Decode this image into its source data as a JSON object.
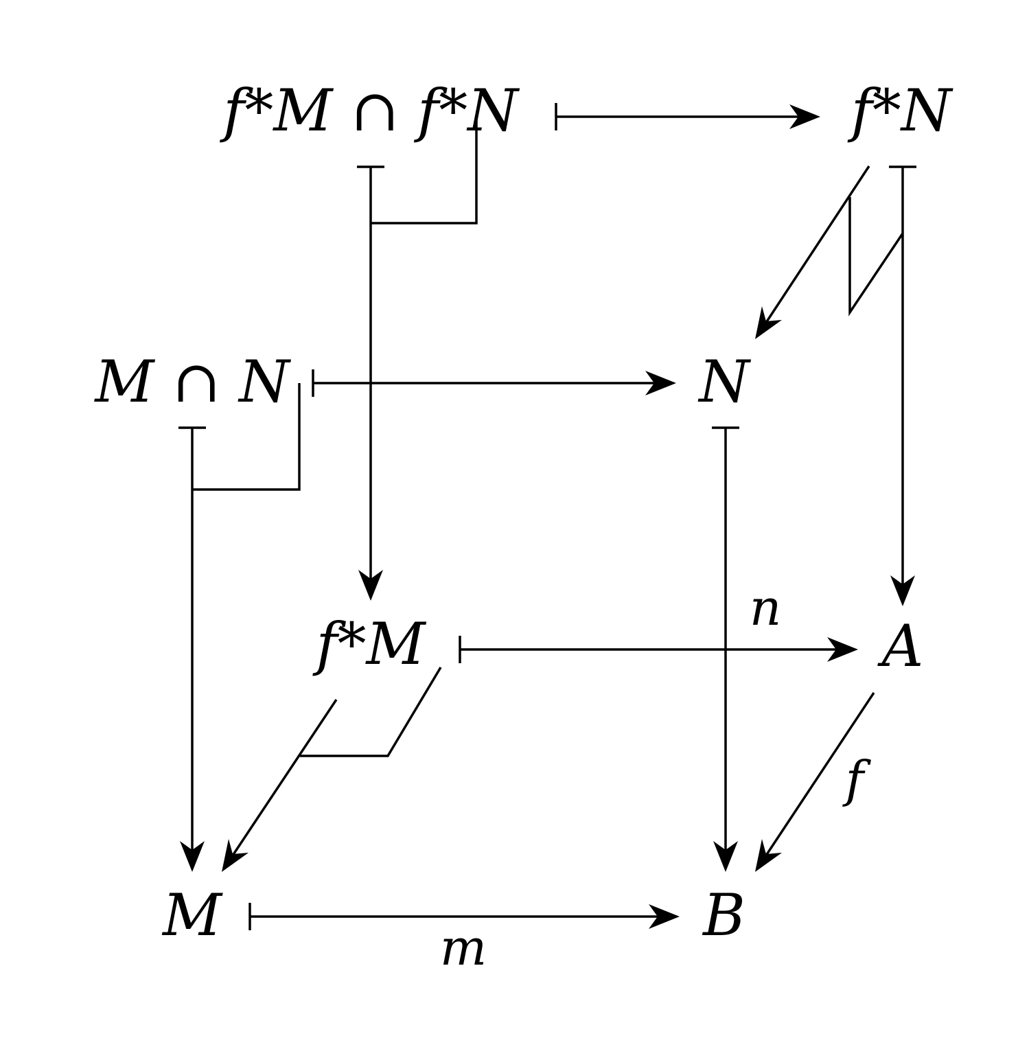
{
  "nodes": {
    "fMcapfN": "f*M ∩ f*N",
    "fN": "f*N",
    "McapN": "M ∩ N",
    "N": "N",
    "fM": "f*M",
    "A": "A",
    "M": "M",
    "B": "B"
  },
  "labels": {
    "n": "n",
    "f": "f",
    "m": "m"
  }
}
